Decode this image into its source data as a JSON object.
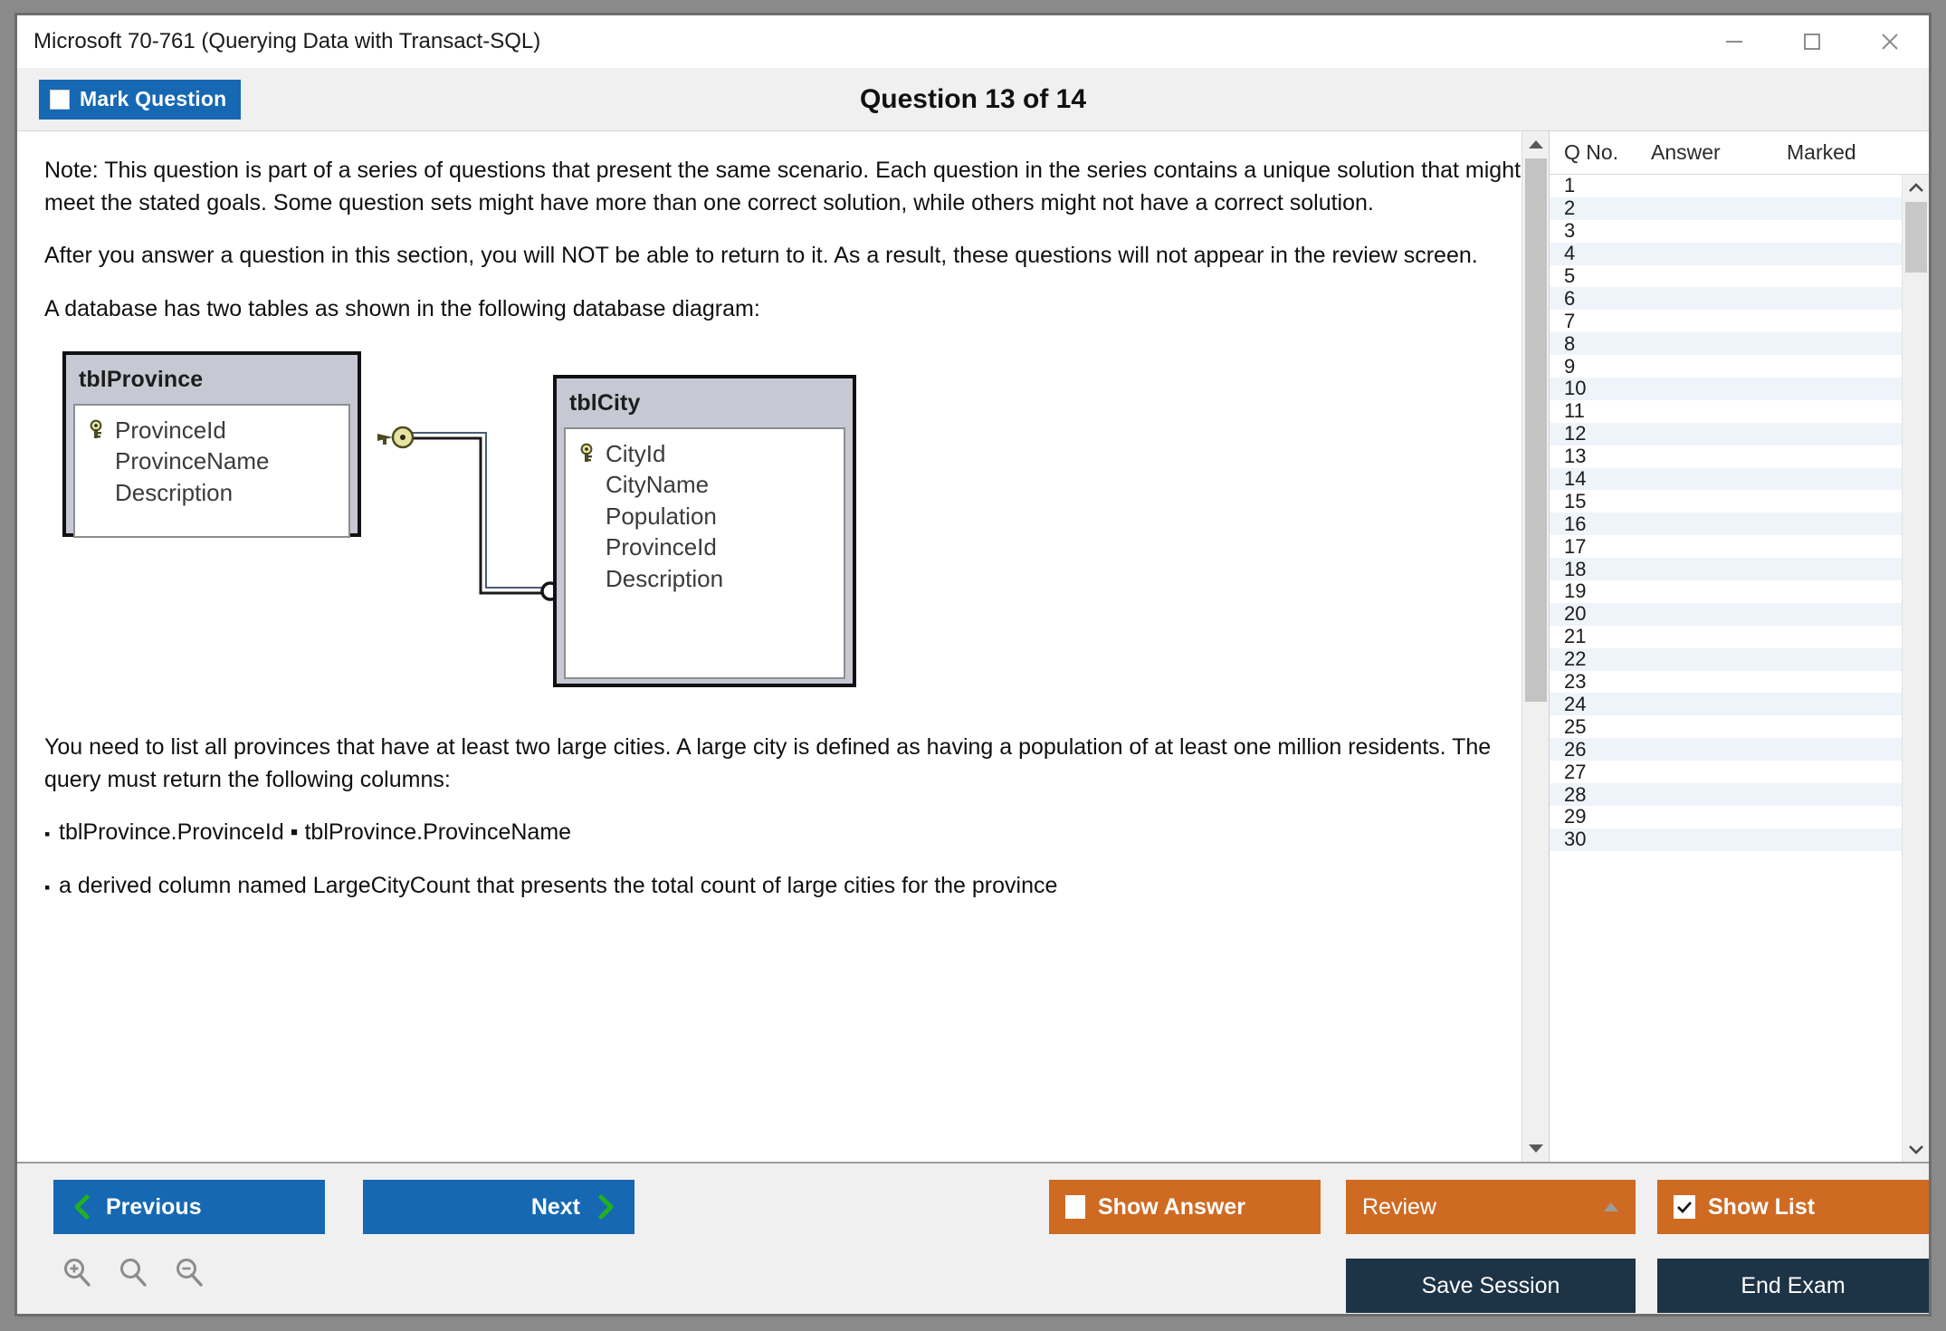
{
  "window": {
    "title": "Microsoft 70-761 (Querying Data with Transact-SQL)",
    "controls": {
      "minimize": "minimize-icon",
      "maximize": "maximize-icon",
      "close": "close-icon"
    }
  },
  "header": {
    "mark_question_label": "Mark Question",
    "mark_question_checked": false,
    "question_counter": "Question 13 of 14"
  },
  "question": {
    "paragraphs": [
      "Note: This question is part of a series of questions that present the same scenario. Each question in the series contains a unique solution that might meet the stated goals. Some question sets might have more than one correct solution, while others might not have a correct solution.",
      "After you answer a question in this section, you will NOT be able to return to it. As a result, these questions will not appear in the review screen.",
      "A database has two tables as shown in the following database diagram:"
    ],
    "after_diagram_paragraph": "You need to list all provinces that have at least two large cities. A large city is defined as having a population of at least one million residents. The query must return the following columns:",
    "bullets": [
      "tblProvince.ProvinceId ▪  tblProvince.ProvinceName",
      "a derived column named LargeCityCount that presents the total count of large cities for the province"
    ]
  },
  "diagram": {
    "tables": [
      {
        "name": "tblProvince",
        "fields": [
          {
            "label": "ProvinceId",
            "key": true
          },
          {
            "label": "ProvinceName",
            "key": false
          },
          {
            "label": "Description",
            "key": false
          }
        ]
      },
      {
        "name": "tblCity",
        "fields": [
          {
            "label": "CityId",
            "key": true
          },
          {
            "label": "CityName",
            "key": false
          },
          {
            "label": "Population",
            "key": false
          },
          {
            "label": "ProvinceId",
            "key": false
          },
          {
            "label": "Description",
            "key": false
          }
        ]
      }
    ],
    "relationship": {
      "from_symbol": "primary-key-icon",
      "to_symbol": "many-infinity-icon"
    }
  },
  "list_panel": {
    "columns": [
      "Q No.",
      "Answer",
      "Marked"
    ],
    "rows": [
      {
        "qno": "1",
        "answer": "",
        "marked": ""
      },
      {
        "qno": "2",
        "answer": "",
        "marked": ""
      },
      {
        "qno": "3",
        "answer": "",
        "marked": ""
      },
      {
        "qno": "4",
        "answer": "",
        "marked": ""
      },
      {
        "qno": "5",
        "answer": "",
        "marked": ""
      },
      {
        "qno": "6",
        "answer": "",
        "marked": ""
      },
      {
        "qno": "7",
        "answer": "",
        "marked": ""
      },
      {
        "qno": "8",
        "answer": "",
        "marked": ""
      },
      {
        "qno": "9",
        "answer": "",
        "marked": ""
      },
      {
        "qno": "10",
        "answer": "",
        "marked": ""
      },
      {
        "qno": "11",
        "answer": "",
        "marked": ""
      },
      {
        "qno": "12",
        "answer": "",
        "marked": ""
      },
      {
        "qno": "13",
        "answer": "",
        "marked": ""
      },
      {
        "qno": "14",
        "answer": "",
        "marked": ""
      },
      {
        "qno": "15",
        "answer": "",
        "marked": ""
      },
      {
        "qno": "16",
        "answer": "",
        "marked": ""
      },
      {
        "qno": "17",
        "answer": "",
        "marked": ""
      },
      {
        "qno": "18",
        "answer": "",
        "marked": ""
      },
      {
        "qno": "19",
        "answer": "",
        "marked": ""
      },
      {
        "qno": "20",
        "answer": "",
        "marked": ""
      },
      {
        "qno": "21",
        "answer": "",
        "marked": ""
      },
      {
        "qno": "22",
        "answer": "",
        "marked": ""
      },
      {
        "qno": "23",
        "answer": "",
        "marked": ""
      },
      {
        "qno": "24",
        "answer": "",
        "marked": ""
      },
      {
        "qno": "25",
        "answer": "",
        "marked": ""
      },
      {
        "qno": "26",
        "answer": "",
        "marked": ""
      },
      {
        "qno": "27",
        "answer": "",
        "marked": ""
      },
      {
        "qno": "28",
        "answer": "",
        "marked": ""
      },
      {
        "qno": "29",
        "answer": "",
        "marked": ""
      },
      {
        "qno": "30",
        "answer": "",
        "marked": ""
      }
    ]
  },
  "footer": {
    "previous_label": "Previous",
    "next_label": "Next",
    "show_answer_label": "Show Answer",
    "show_answer_checked": false,
    "review_label": "Review",
    "show_list_label": "Show List",
    "show_list_checked": true,
    "save_session_label": "Save Session",
    "end_exam_label": "End Exam",
    "zoom_icons": [
      "zoom-in-icon",
      "zoom-reset-icon",
      "zoom-out-icon"
    ]
  },
  "colors": {
    "primary_blue": "#1668b3",
    "accent_orange": "#cf6a22",
    "dark_navy": "#1d3346",
    "green_chevron": "#22b022",
    "table_header_grey": "#c6c9d4",
    "row_alt": "#eef4fa"
  }
}
